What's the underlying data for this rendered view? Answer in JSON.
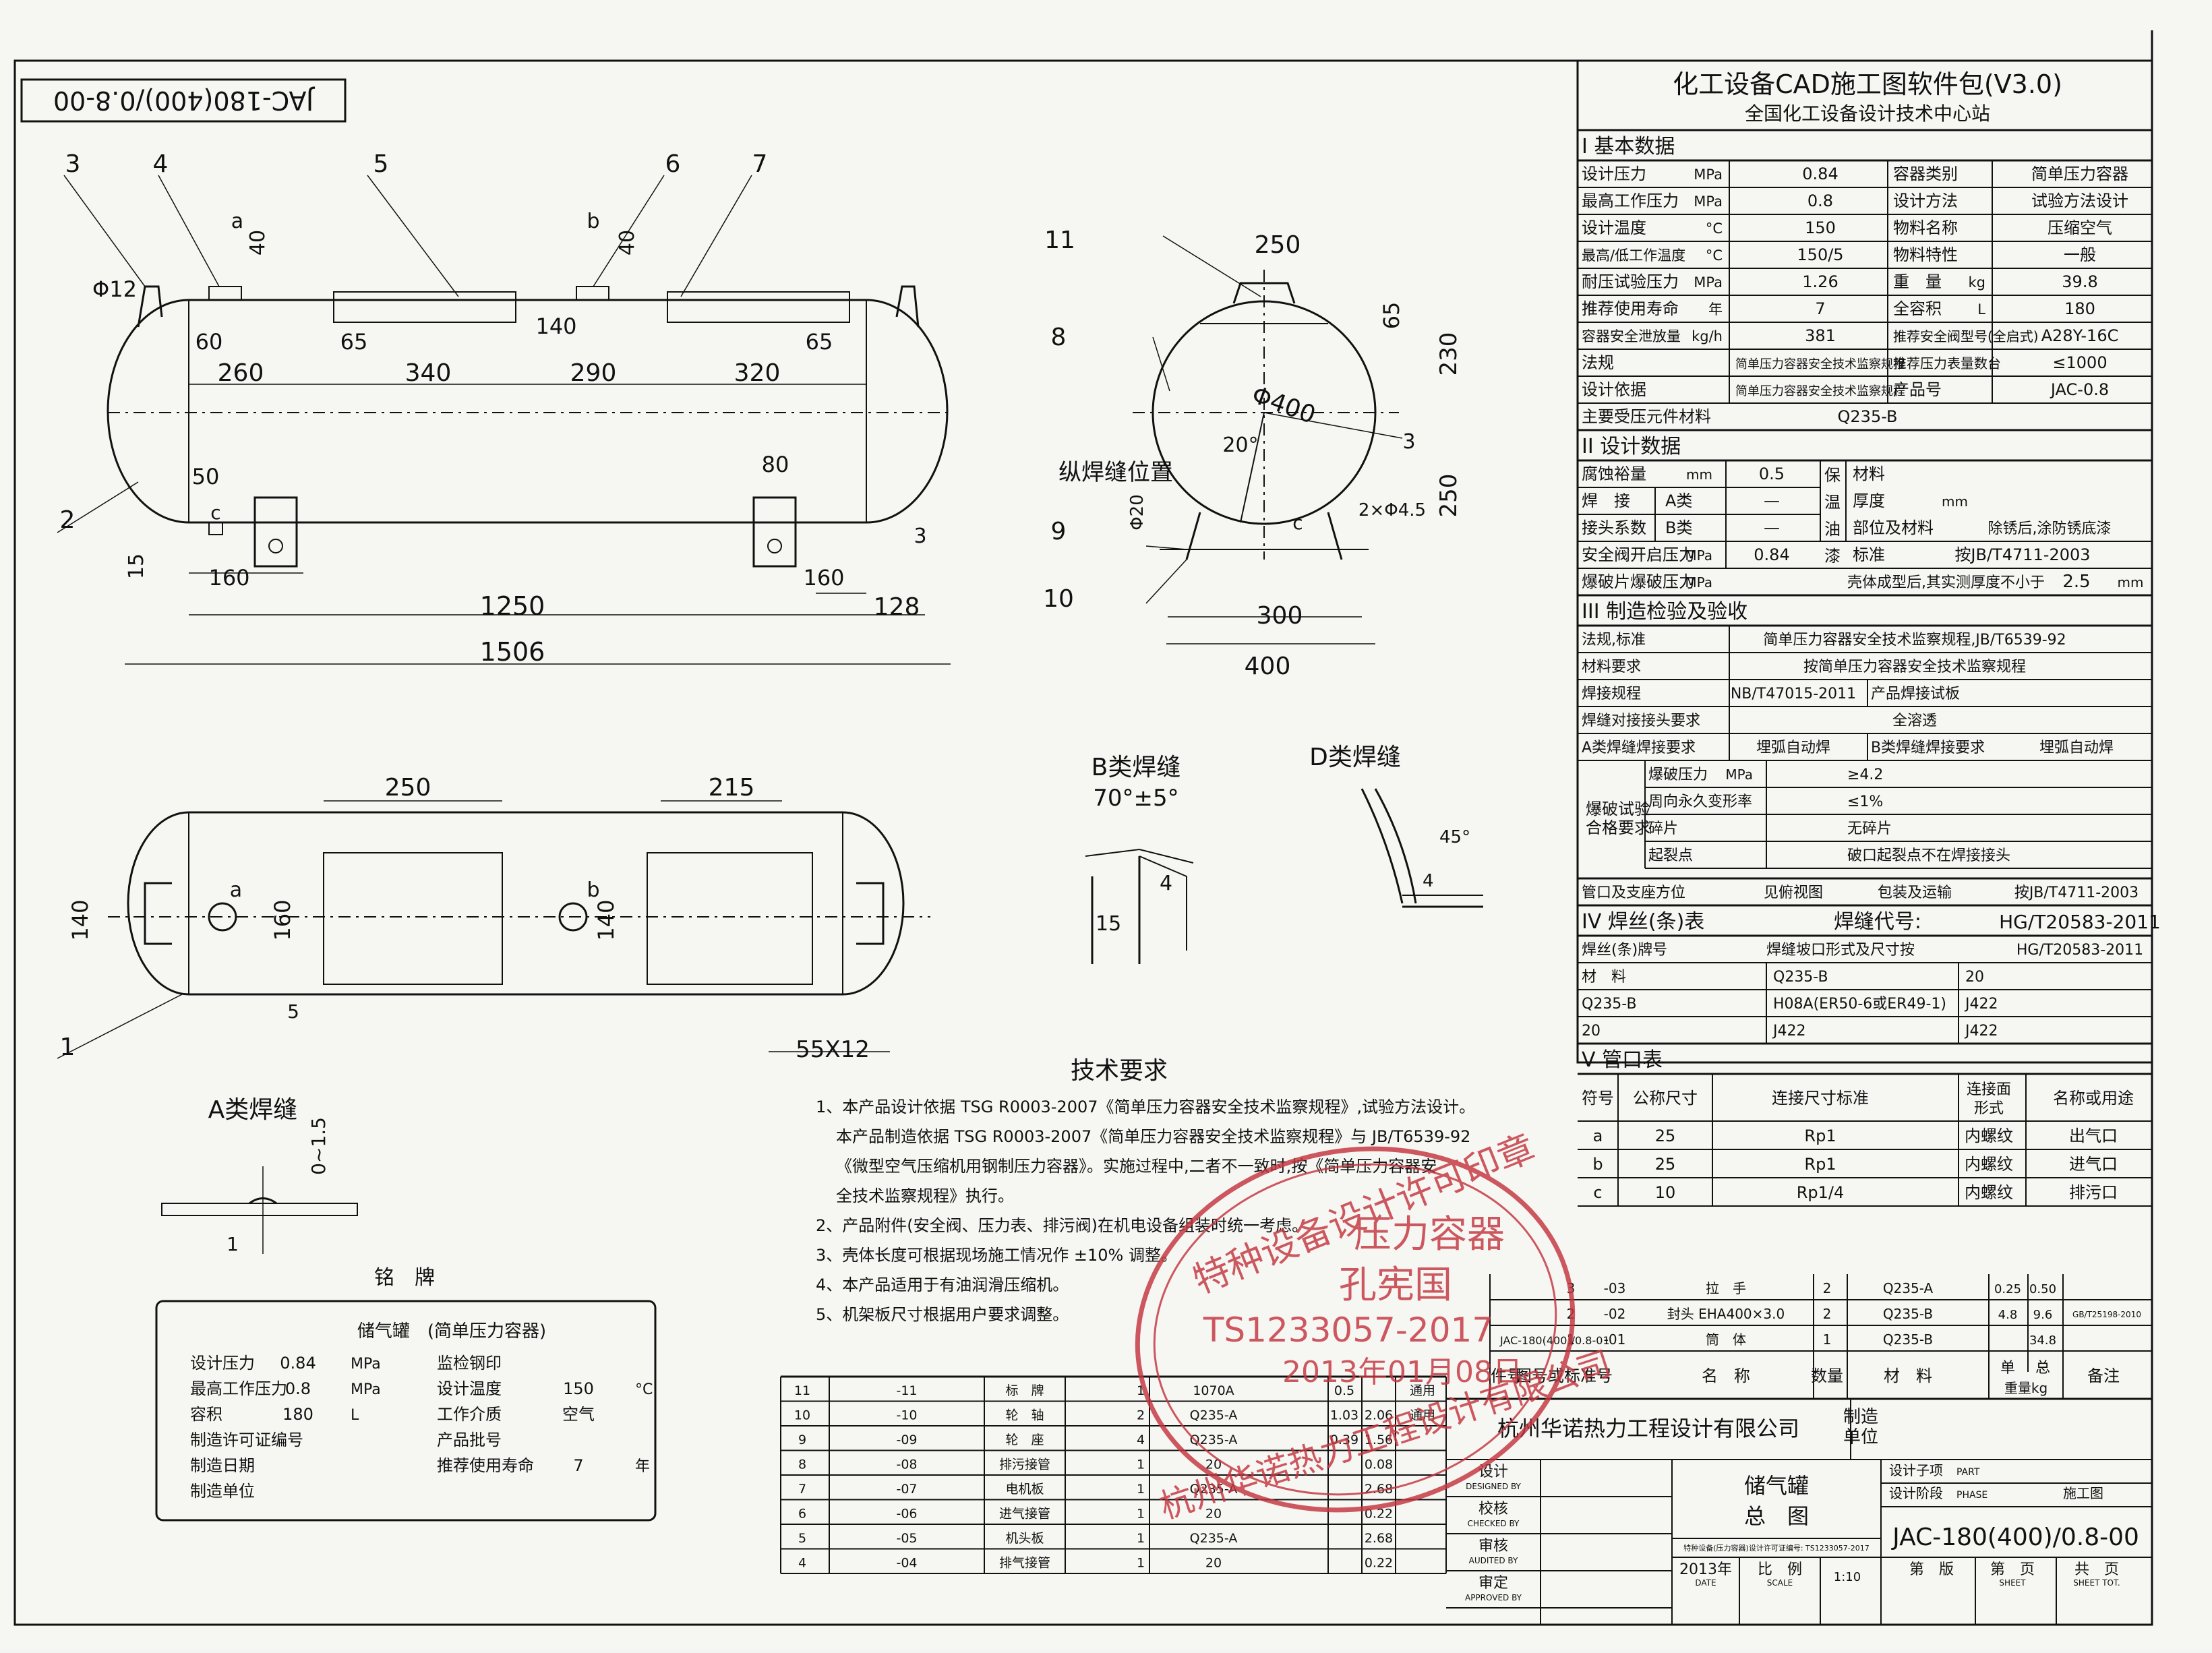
{
  "drawing_code_box": "JAC-180(400)/0.8-00",
  "header": {
    "title": "化工设备CAD施工图软件包(V3.0)",
    "subtitle": "全国化工设备设计技术中心站"
  },
  "basic_data": {
    "heading": "I 基本数据",
    "rows": [
      [
        "设计压力",
        "MPa",
        "0.84",
        "容器类别",
        "",
        "简单压力容器"
      ],
      [
        "最高工作压力",
        "MPa",
        "0.8",
        "设计方法",
        "",
        "试验方法设计"
      ],
      [
        "设计温度",
        "°C",
        "150",
        "物料名称",
        "",
        "压缩空气"
      ],
      [
        "最高/低工作温度",
        "°C",
        "150/5",
        "物料特性",
        "",
        "一般"
      ],
      [
        "耐压试验压力",
        "MPa",
        "1.26",
        "重　量",
        "kg",
        "39.8"
      ],
      [
        "推荐使用寿命",
        "年",
        "7",
        "全容积",
        "L",
        "180"
      ],
      [
        "容器安全泄放量",
        "kg/h",
        "381",
        "推荐安全阀型号(全启式)",
        "",
        "A28Y-16C"
      ],
      [
        "法规",
        "",
        "简单压力容器安全技术监察规程",
        "推荐压力表量数台",
        "",
        "≤1000"
      ],
      [
        "设计依据",
        "",
        "简单压力容器安全技术监察规程",
        "产品号",
        "",
        "JAC-0.8"
      ]
    ],
    "main_material_label": "主要受压元件材料",
    "main_material_value": "Q235-B"
  },
  "design_data": {
    "heading": "II 设计数据",
    "corrosion_label": "腐蚀裕量",
    "corrosion_unit": "mm",
    "corrosion_value": "0.5",
    "weld_label": "焊　接",
    "joint_label": "接头系数",
    "class_a": "A类",
    "class_b": "B类",
    "dash": "—",
    "valve_label": "安全阀开启压力",
    "valve_unit": "MPa",
    "valve_value": "0.84",
    "burst_label": "爆破片爆破压力",
    "burst_unit": "MPa",
    "insulation": [
      "保",
      "温",
      "油",
      "漆"
    ],
    "material_label": "材料",
    "thickness_label": "厚度",
    "thickness_unit": "mm",
    "paint_parts_label": "部位及材料",
    "paint_parts_value": "除锈后,涂防锈底漆",
    "standard_label": "标准",
    "standard_value": "按JB/T4711-2003",
    "shell_note": "壳体成型后,其实测厚度不小于",
    "shell_value": "2.5",
    "shell_unit": "mm"
  },
  "inspection": {
    "heading": "III 制造检验及验收",
    "rows": [
      [
        "法规,标准",
        "简单压力容器安全技术监察规程,JB/T6539-92"
      ],
      [
        "材料要求",
        "按简单压力容器安全技术监察规程"
      ],
      [
        "焊接规程",
        "NB/T47015-2011",
        "产品焊接试板",
        ""
      ],
      [
        "焊缝对接接头要求",
        "全溶透"
      ],
      [
        "A类焊缝焊接要求",
        "埋弧自动焊",
        "B类焊缝焊接要求",
        "埋弧自动焊"
      ]
    ],
    "burst_group_label": "爆破试验合格要求",
    "burst_rows": [
      [
        "爆破压力",
        "MPa",
        "≥4.2"
      ],
      [
        "周向永久变形率",
        "",
        "≤1%"
      ],
      [
        "碎片",
        "",
        "无碎片"
      ],
      [
        "起裂点",
        "",
        "破口起裂点不在焊接接头"
      ]
    ],
    "nozzle_row": [
      "管口及支座方位",
      "见俯视图",
      "包装及运输",
      "按JB/T4711-2003"
    ]
  },
  "weld_rods": {
    "heading": "IV 焊丝(条)表",
    "code_label": "焊缝代号:",
    "code_value": "HG/T20583-2011",
    "row0": [
      "焊丝(条)牌号",
      "焊缝坡口形式及尺寸按",
      "HG/T20583-2011"
    ],
    "rows": [
      [
        "材　料",
        "Q235-B",
        "20"
      ],
      [
        "Q235-B",
        "H08A(ER50-6或ER49-1)",
        "J422"
      ],
      [
        "20",
        "J422",
        "J422"
      ]
    ]
  },
  "nozzles": {
    "heading": "V 管口表",
    "headers": [
      "符号",
      "公称尺寸",
      "连接尺寸标准",
      "连接面形式",
      "名称或用途"
    ],
    "rows": [
      [
        "a",
        "25",
        "Rp1",
        "内螺纹",
        "出气口"
      ],
      [
        "b",
        "25",
        "Rp1",
        "内螺纹",
        "进气口"
      ],
      [
        "c",
        "10",
        "Rp1/4",
        "内螺纹",
        "排污口"
      ]
    ]
  },
  "parts_upper": {
    "rows": [
      [
        "3",
        "-03",
        "",
        "拉　手",
        "2",
        "Q235-A",
        "0.25",
        "0.50",
        ""
      ],
      [
        "2",
        "-02",
        "",
        "封头 EHA400×3.0",
        "2",
        "Q235-B",
        "4.8",
        "9.6",
        "GB/T25198-2010"
      ],
      [
        "1",
        "-01",
        "JAC-180(400)/0.8-01",
        "筒　体",
        "1",
        "Q235-B",
        "",
        "34.8",
        ""
      ]
    ],
    "header": [
      "件号",
      "图号或标准号",
      "名　称",
      "数量",
      "材　料",
      "单",
      "总",
      "备注"
    ],
    "weight_label": "重量kg"
  },
  "parts_lower": {
    "rows": [
      [
        "11",
        "-11",
        "标　牌",
        "1",
        "1070A",
        "0.5",
        "",
        "通用"
      ],
      [
        "10",
        "-10",
        "轮　轴",
        "2",
        "Q235-A",
        "1.03",
        "2.06",
        "通用"
      ],
      [
        "9",
        "-09",
        "轮　座",
        "4",
        "Q235-A",
        "0.39",
        "1.56",
        ""
      ],
      [
        "8",
        "-08",
        "排污接管",
        "1",
        "20",
        "",
        "0.08",
        ""
      ],
      [
        "7",
        "-07",
        "电机板",
        "1",
        "Q235-A",
        "",
        "2.68",
        ""
      ],
      [
        "6",
        "-06",
        "进气接管",
        "1",
        "20",
        "",
        "0.22",
        ""
      ],
      [
        "5",
        "-05",
        "机头板",
        "1",
        "Q235-A",
        "",
        "2.68",
        ""
      ],
      [
        "4",
        "-04",
        "排气接管",
        "1",
        "20",
        "",
        "0.22",
        ""
      ]
    ]
  },
  "title_block": {
    "company": "杭州华诺热力工程设计有限公司",
    "manufacturer": "制造单位",
    "roles": [
      [
        "设计",
        "DESIGNED BY"
      ],
      [
        "校核",
        "CHECKED BY"
      ],
      [
        "审核",
        "AUDITED BY"
      ],
      [
        "审定",
        "APPROVED BY"
      ]
    ],
    "drawing_name": "储气罐",
    "drawing_type": "总　图",
    "project_label": "设计子项",
    "project_en": "PART",
    "stage_label": "设计阶段",
    "stage_en": "PHASE",
    "stage_value": "施工图",
    "license_note": "特种设备(压力容器)设计许可证编号: TS1233057-2017",
    "drawing_no": "JAC-180(400)/0.8-00",
    "date_value": "2013年",
    "date_label": "DATE",
    "scale_label": "比　例",
    "scale_en": "SCALE",
    "scale_value": "1:10",
    "edition_label": "第　版",
    "sheet_label": "第　页",
    "sheet_en": "SHEET",
    "total_label": "共　页",
    "total_en": "SHEET TOT."
  },
  "notes": {
    "heading": "技术要求",
    "lines": [
      "1、本产品设计依据 TSG R0003-2007《简单压力容器安全技术监察规程》,试验方法设计。",
      "本产品制造依据 TSG R0003-2007《简单压力容器安全技术监察规程》与 JB/T6539-92",
      "《微型空气压缩机用钢制压力容器》。实施过程中,二者不一致时,按《简单压力容器安",
      "全技术监察规程》执行。",
      "2、产品附件(安全阀、压力表、排污阀)在机电设备组装时统一考虑。",
      "3、壳体长度可根据现场施工情况作 ±10% 调整。",
      "4、本产品适用于有油润滑压缩机。",
      "5、机架板尺寸根据用户要求调整。"
    ]
  },
  "nameplate": {
    "heading": "铭　牌",
    "title": "储气罐　(简单压力容器)",
    "left": [
      [
        "设计压力",
        "0.84",
        "MPa"
      ],
      [
        "最高工作压力",
        "0.8",
        "MPa"
      ],
      [
        "容积",
        "180",
        "L"
      ],
      [
        "制造许可证编号",
        "",
        ""
      ],
      [
        "制造日期",
        "",
        ""
      ],
      [
        "制造单位",
        "",
        ""
      ]
    ],
    "right": [
      [
        "监检钢印",
        "",
        ""
      ],
      [
        "设计温度",
        "150",
        "°C"
      ],
      [
        "工作介质",
        "空气",
        ""
      ],
      [
        "产品批号",
        "",
        ""
      ],
      [
        "推荐使用寿命",
        "7",
        "年"
      ]
    ]
  },
  "stamp": {
    "top": "特种设备设计许可印章",
    "center": "压力容器",
    "name": "孔宪国",
    "code": "TS1233057-2017",
    "date": "2013年01月08日",
    "bottom": "杭州华诺热力工程设计有限公司"
  },
  "views": {
    "front": {
      "callouts": [
        "1",
        "2",
        "3",
        "4",
        "5",
        "6",
        "7"
      ],
      "dims_top": [
        "260",
        "340",
        "290",
        "320"
      ],
      "dims_small": [
        "60",
        "65",
        "140",
        "65",
        "40",
        "40",
        "50",
        "80",
        "15",
        "160",
        "160"
      ],
      "overall": [
        "1250",
        "128",
        "1506"
      ],
      "nozzle_letters": [
        "a",
        "b",
        "c"
      ],
      "handle_dia": "Φ12",
      "angle": "3"
    },
    "side": {
      "callouts": [
        "8",
        "9",
        "10",
        "11"
      ],
      "dims": [
        "250",
        "65",
        "230",
        "250",
        "300",
        "400",
        "Φ400",
        "20°",
        "3",
        "2×Φ4.5",
        "Φ20"
      ],
      "weld_label": "纵焊缝位置",
      "nozzle_letter": "c"
    },
    "plan": {
      "dims": [
        "250",
        "215",
        "140",
        "160",
        "140",
        "55X12",
        "5"
      ],
      "nozzle_letters": [
        "a",
        "b"
      ]
    },
    "details": {
      "b_title": "B类焊缝",
      "b_angle": "70°±5°",
      "b_dims": [
        "4",
        "15"
      ],
      "d_title": "D类焊缝",
      "d_angle": "45°",
      "d_dim": "4",
      "a_title": "A类焊缝",
      "a_dims": [
        "0~1.5",
        "1"
      ]
    }
  }
}
